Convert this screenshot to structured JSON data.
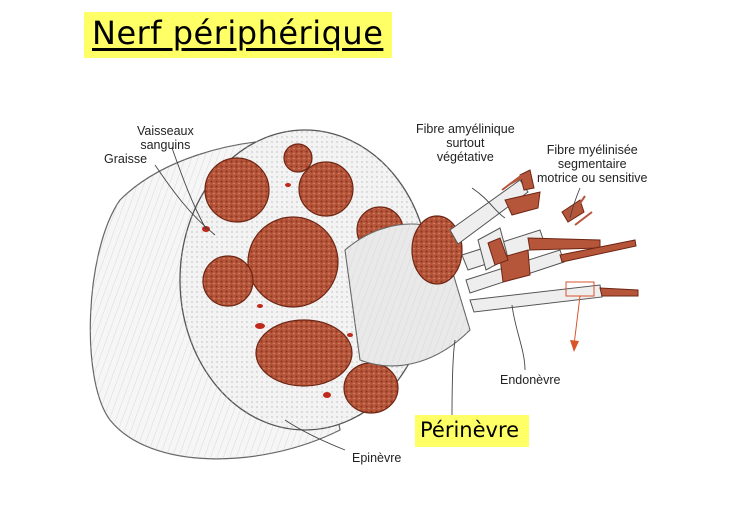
{
  "title": "Nerf périphérique",
  "labels": {
    "vaisseaux": [
      "Vaisseaux",
      "sanguins"
    ],
    "graisse": "Graisse",
    "fibre_amyelinique": [
      "Fibre amyélinique",
      "surtout",
      "végétative"
    ],
    "fibre_myelinisee": [
      "Fibre myélinisée",
      "segmentaire",
      "motrice ou sensitive"
    ],
    "endonevre": "Endonèvre",
    "perinevre": "Périnèvre",
    "epinevre": "Epinèvre"
  },
  "colors": {
    "highlight": "#ffff66",
    "fascicle": "#b5553a",
    "fascicle_dark": "#7a2a18",
    "vessel": "#c0281c",
    "epinevre": "#f2f2f2",
    "arrow": "#d9532b"
  }
}
